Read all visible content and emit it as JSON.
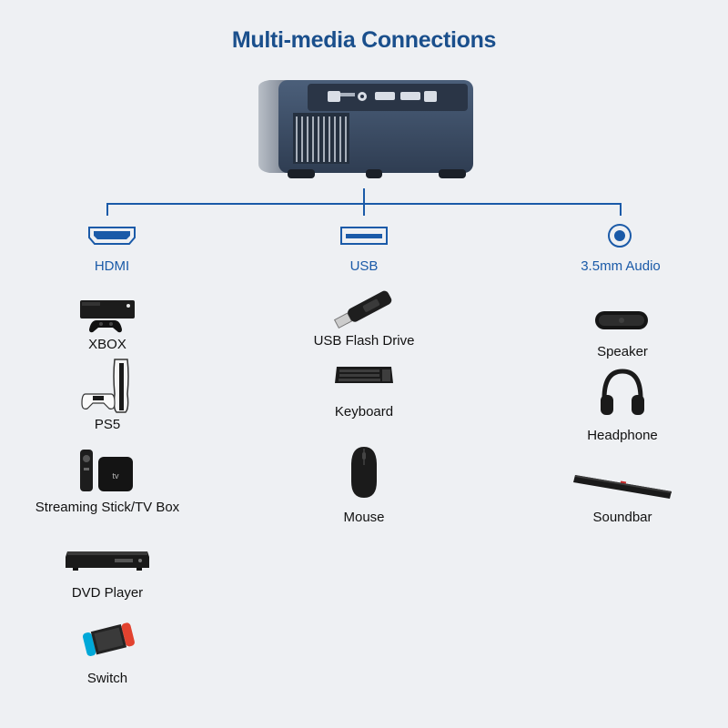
{
  "title": "Multi-media Connections",
  "colors": {
    "accent": "#1a5aa8",
    "title": "#1a4f8c",
    "background": "#eef0f3"
  },
  "categories": [
    {
      "label": "HDMI",
      "icon": "hdmi-port-icon",
      "items": [
        {
          "label": "XBOX",
          "icon": "xbox-console-icon"
        },
        {
          "label": "PS5",
          "icon": "ps5-console-icon"
        },
        {
          "label": "Streaming Stick/TV Box",
          "icon": "tv-box-icon"
        },
        {
          "label": "DVD Player",
          "icon": "dvd-player-icon"
        },
        {
          "label": "Switch",
          "icon": "nintendo-switch-icon"
        }
      ]
    },
    {
      "label": "USB",
      "icon": "usb-port-icon",
      "items": [
        {
          "label": "USB Flash Drive",
          "icon": "usb-flash-drive-icon"
        },
        {
          "label": "Keyboard",
          "icon": "keyboard-icon"
        },
        {
          "label": "Mouse",
          "icon": "mouse-icon"
        }
      ]
    },
    {
      "label": "3.5mm Audio",
      "icon": "audio-jack-icon",
      "items": [
        {
          "label": "Speaker",
          "icon": "speaker-icon"
        },
        {
          "label": "Headphone",
          "icon": "headphone-icon"
        },
        {
          "label": "Soundbar",
          "icon": "soundbar-icon"
        }
      ]
    }
  ]
}
